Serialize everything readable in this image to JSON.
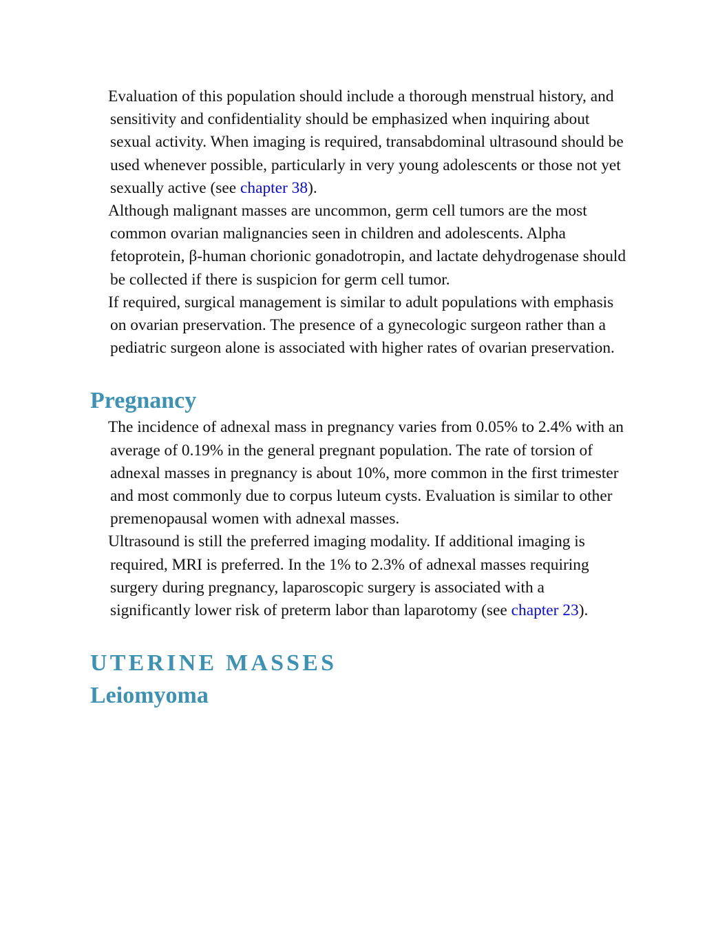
{
  "adolescent": {
    "p1_text": "Evaluation of this population should include a thorough menstrual history, and sensitivity and confidentiality should be emphasized when inquiring about sexual activity. When imaging is required, transabdominal ultrasound should be used whenever possible, particularly in very young adolescents or those not yet sexually active (see ",
    "p1_link": "chapter 38",
    "p1_after": ").",
    "p2_text": "Although malignant masses are uncommon, germ cell tumors are the most common ovarian malignancies seen in children and adolescents. Alpha fetoprotein, β-human chorionic gonadotropin, and lactate dehydrogenase should be collected if there is suspicion for germ cell tumor.",
    "p3_text": "If required, surgical management is similar to adult populations with emphasis on ovarian preservation. The presence of a gynecologic surgeon rather than a pediatric surgeon alone is associated with higher rates of ovarian preservation."
  },
  "pregnancy": {
    "heading": "Pregnancy",
    "p1_text": "The incidence of adnexal mass in pregnancy varies from 0.05% to 2.4% with an average of 0.19% in the general pregnant population. The rate of torsion of adnexal masses in pregnancy is about 10%, more common in the first trimester and most commonly due to corpus luteum cysts. Evaluation is similar to other premenopausal women with adnexal masses.",
    "p2_text": "Ultrasound is still the preferred imaging modality. If additional imaging is required, MRI is preferred. In the 1% to 2.3% of adnexal masses requiring surgery during pregnancy, laparoscopic surgery is associated with a significantly lower risk of preterm labor than laparotomy (see ",
    "p2_link": "chapter 23",
    "p2_after": ")."
  },
  "uterine": {
    "heading": "UTERINE MASSES",
    "subheading": "Leiomyoma"
  },
  "colors": {
    "heading": "#3d91b3",
    "link": "#0a0ad8",
    "text": "#111111"
  }
}
